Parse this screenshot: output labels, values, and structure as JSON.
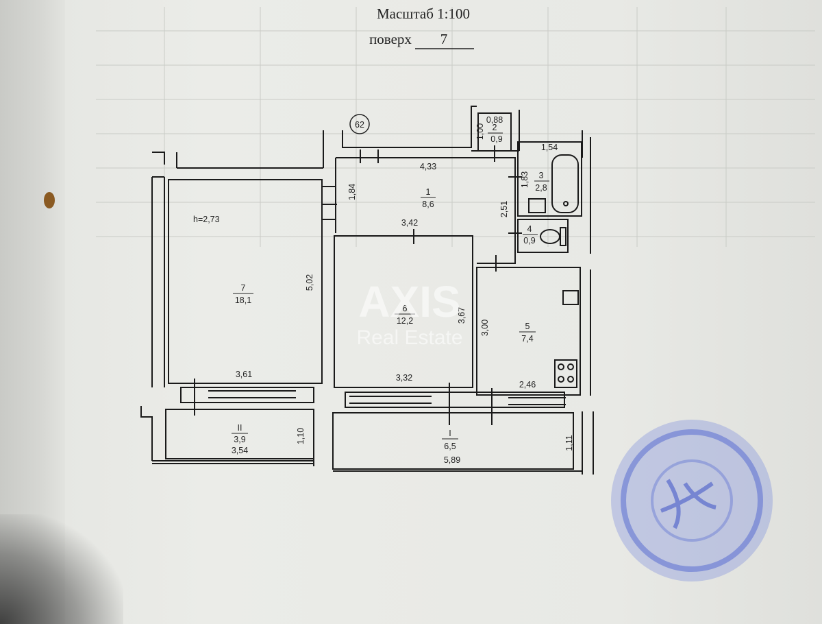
{
  "header": {
    "scale": "Масштаб 1:100",
    "floor_label": "поверх",
    "floor_value": "7"
  },
  "marker": "62",
  "height_note": "h=2,73",
  "rooms": [
    {
      "num": "1",
      "area": "8,6"
    },
    {
      "num": "2",
      "area": "0,9"
    },
    {
      "num": "3",
      "area": "2,8"
    },
    {
      "num": "4",
      "area": "0,9"
    },
    {
      "num": "5",
      "area": "7,4"
    },
    {
      "num": "6",
      "area": "12,2"
    },
    {
      "num": "7",
      "area": "18,1"
    },
    {
      "num": "II",
      "area": "3,9"
    },
    {
      "num": "I",
      "area": "6,5"
    }
  ],
  "dimensions": {
    "r1_width": "4,33",
    "r1_height": "1,84",
    "r1_right": "2,51",
    "r6_top": "3,42",
    "r2_width": "0,88",
    "r2_height": "1,00",
    "r3_width": "1,54",
    "r3_height": "1,83",
    "r7_height": "5,02",
    "r7_width": "3,61",
    "r6_height": "3,67",
    "r6_width": "3,32",
    "r5_height": "3,00",
    "r5_width": "2,46",
    "bII_height": "1,10",
    "bII_width": "3,54",
    "bI_width": "5,89",
    "bI_height": "1,11"
  },
  "watermark": {
    "brand": "AXIS",
    "sub": "Real Estate"
  },
  "colors": {
    "line": "#1a1a1a",
    "grid": "#c7c9c4",
    "stamp": "#5b6fd1"
  }
}
